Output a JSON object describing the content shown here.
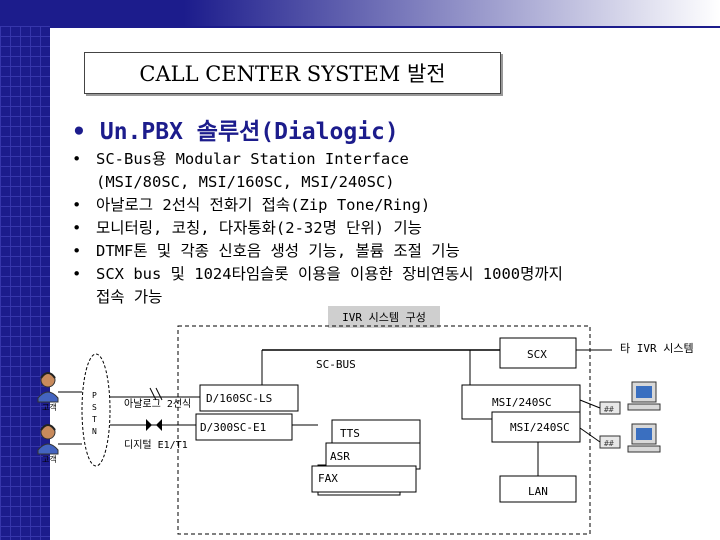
{
  "title": "CALL CENTER SYSTEM 발전",
  "heading": "Un.PBX 솔루션(Dialogic)",
  "bullets": [
    {
      "line1": "SC-Bus용 Modular Station Interface",
      "line2": "(MSI/80SC, MSI/160SC, MSI/240SC)"
    },
    {
      "line1": "아날로그 2선식 전화기 접속(Zip Tone/Ring)",
      "line2": ""
    },
    {
      "line1": "모니터링, 코칭, 다자통화(2-32명 단위) 기능",
      "line2": ""
    },
    {
      "line1": "DTMF톤 및 각종 신호음 생성 기능, 볼륨 조절 기능",
      "line2": ""
    },
    {
      "line1": "SCX bus 및 1024타임슬롯 이용을 이용한 장비연동시 1000명까지",
      "line2": "접속 가능"
    }
  ],
  "bullet_glyph": "•",
  "diagram": {
    "caption": "IVR 시스템 구성",
    "other_system": "타 IVR 시스템",
    "scbus": "SC-BUS",
    "scx": "SCX",
    "msi_240sc_top": "MSI/240SC",
    "msi_240sc_bottom": "MSI/240SC",
    "d160sc": "D/160SC-LS",
    "d300sc": "D/300SC-E1",
    "tts": "TTS",
    "asr": "ASR",
    "fax": "FAX",
    "lan": "LAN",
    "analog": "아날로그 2선식",
    "digital": "디지털 E1/T1",
    "pstn": [
      "P",
      "S",
      "T",
      "N"
    ],
    "customer1": "고객",
    "customer2": "고객"
  }
}
